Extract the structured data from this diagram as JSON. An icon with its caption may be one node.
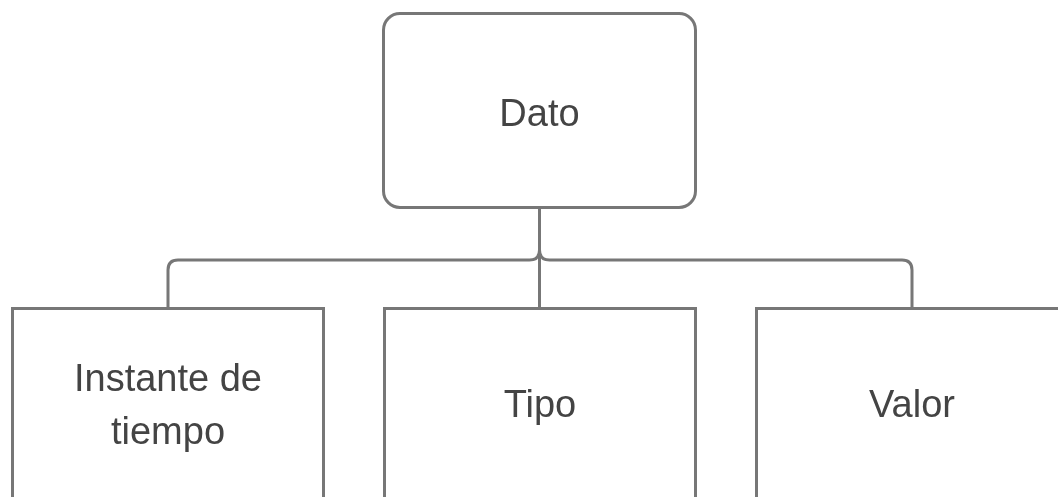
{
  "diagram": {
    "nodes": [
      {
        "text": [
          "Dato"
        ]
      },
      {
        "text": [
          "Instante de tiempo"
        ]
      },
      {
        "text": [
          "Tipo"
        ]
      },
      {
        "text": [
          "Valor"
        ]
      }
    ],
    "edges": [
      {
        "from": 0,
        "to": 1,
        "arrow": "none"
      },
      {
        "from": 0,
        "to": 2,
        "arrow": "none"
      },
      {
        "from": 0,
        "to": 3,
        "arrow": "none"
      }
    ]
  }
}
